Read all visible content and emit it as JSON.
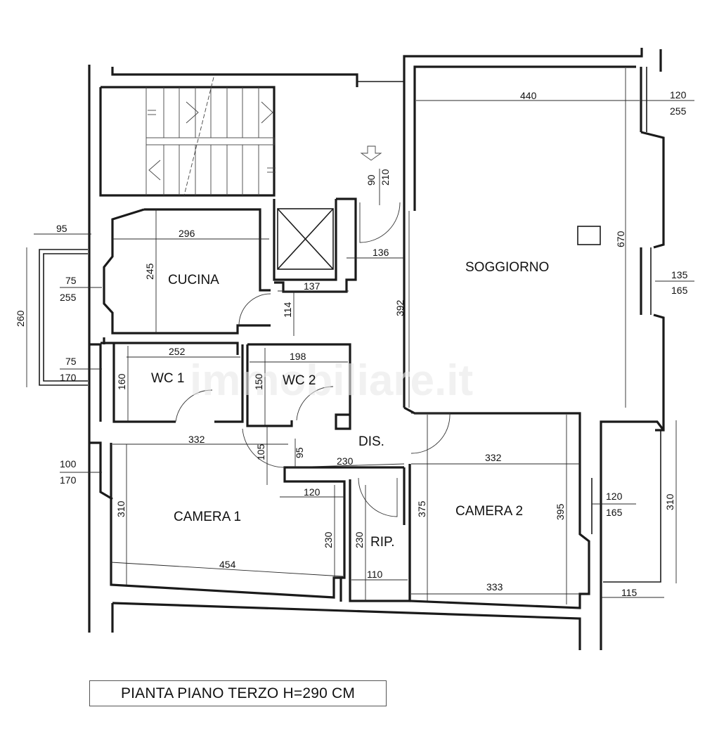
{
  "rooms": {
    "soggiorno": "SOGGIORNO",
    "cucina": "CUCINA",
    "wc1": "WC 1",
    "wc2": "WC 2",
    "dis": "DIS.",
    "camera1": "CAMERA 1",
    "camera2": "CAMERA 2",
    "rip": "RIP."
  },
  "dimensions": {
    "soggiorno_width": "440",
    "soggiorno_height": "670",
    "soggiorno_window_top_a": "120",
    "soggiorno_window_top_b": "255",
    "soggiorno_window_mid_a": "135",
    "soggiorno_window_mid_b": "165",
    "entrance_door_a": "90",
    "entrance_door_b": "210",
    "hall_136": "136",
    "hall_392": "392",
    "hall_137": "137",
    "hall_114": "114",
    "balcony_95": "95",
    "balcony_260": "260",
    "cucina_width": "296",
    "cucina_height": "245",
    "cucina_window_a": "75",
    "cucina_window_b": "255",
    "wc1_width": "252",
    "wc1_height": "160",
    "wc1_window_a": "75",
    "wc1_window_b": "170",
    "wc2_width": "198",
    "wc2_height": "150",
    "camera1_width_top": "332",
    "camera1_width_bottom": "454",
    "camera1_height": "310",
    "camera1_window_a": "100",
    "camera1_window_b": "170",
    "dis_105": "105",
    "dis_95": "95",
    "dis_230": "230",
    "camera1_120": "120",
    "camera1_230": "230",
    "rip_height": "230",
    "rip_width": "110",
    "camera2_width_top": "332",
    "camera2_width_bottom": "333",
    "camera2_height_left": "375",
    "camera2_height_right": "395",
    "camera2_window_a": "120",
    "camera2_window_b": "165",
    "balcony_right_310": "310",
    "balcony_right_115": "115"
  },
  "watermark": "immobiliare.it",
  "title": "PIANTA PIANO TERZO H=290 CM"
}
